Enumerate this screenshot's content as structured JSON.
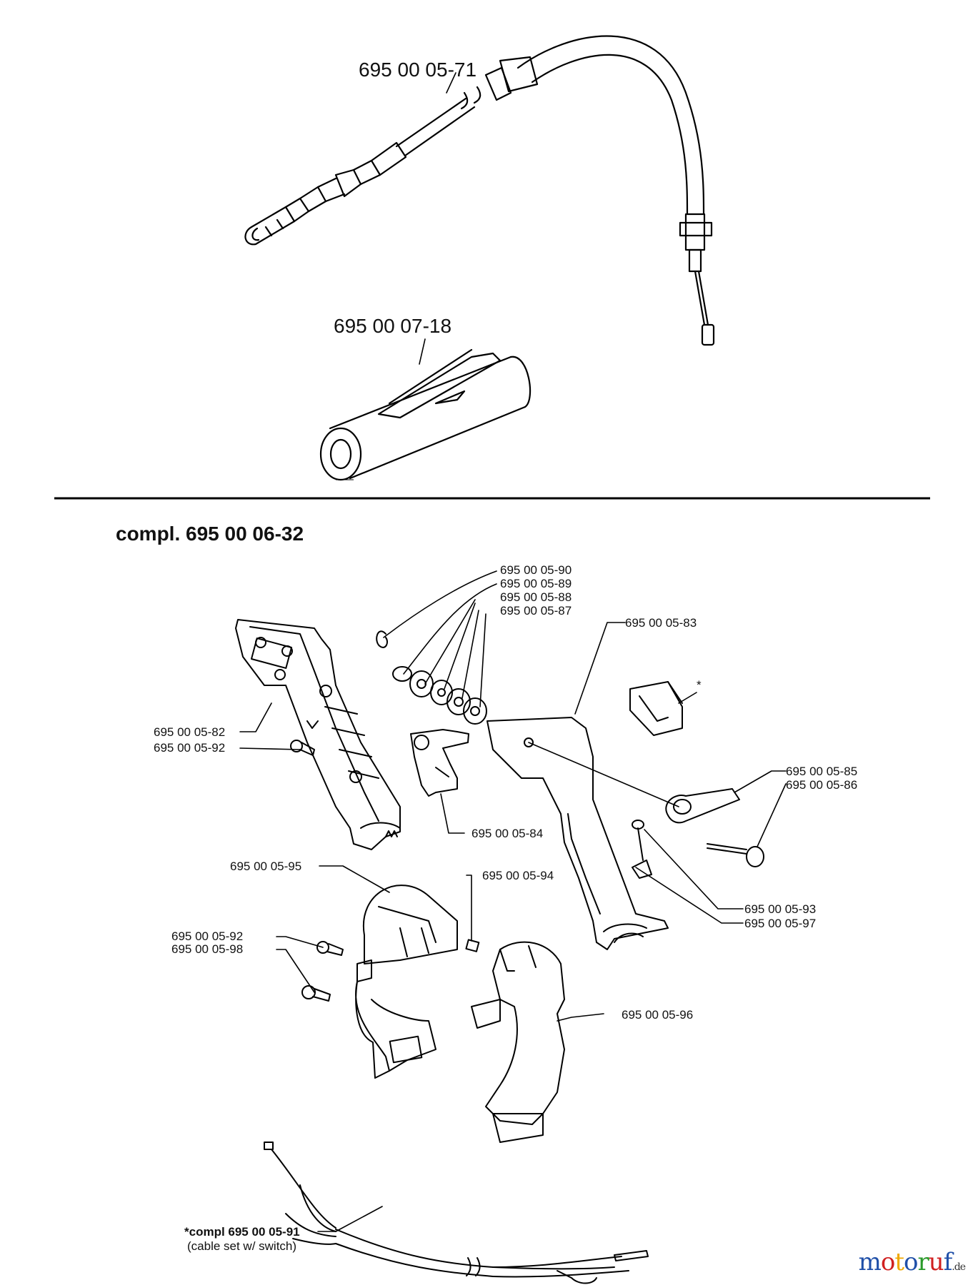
{
  "top": {
    "cable_part": "695 00 05-71",
    "sleeve_part": "695 00 07-18"
  },
  "section_title": "compl. 695 00 06-32",
  "callouts": {
    "p90": "695 00 05-90",
    "p89": "695 00 05-89",
    "p88": "695 00 05-88",
    "p87": "695 00 05-87",
    "p83": "695 00 05-83",
    "star": "*",
    "p82": "695 00 05-82",
    "p92a": "695 00 05-92",
    "p85": "695 00 05-85",
    "p86": "695 00 05-86",
    "p84": "695 00 05-84",
    "p95": "695 00 05-95",
    "p94": "695 00 05-94",
    "p93": "695 00 05-93",
    "p97": "695 00 05-97",
    "p92b": "695 00 05-92",
    "p98": "695 00 05-98",
    "p96": "695 00 05-96"
  },
  "cable_set": {
    "part": "*compl 695 00 05-91",
    "desc": "(cable set w/ switch)"
  },
  "watermark": {
    "m1": "m",
    "o1": "o",
    "t": "t",
    "o2": "o",
    "r": "r",
    "u": "u",
    "f": "f",
    "de": ".de",
    "colors": [
      "#1f4fa8",
      "#d02020",
      "#f0a800",
      "#1f4fa8",
      "#2a9a2a",
      "#d02020",
      "#1f4fa8"
    ]
  }
}
